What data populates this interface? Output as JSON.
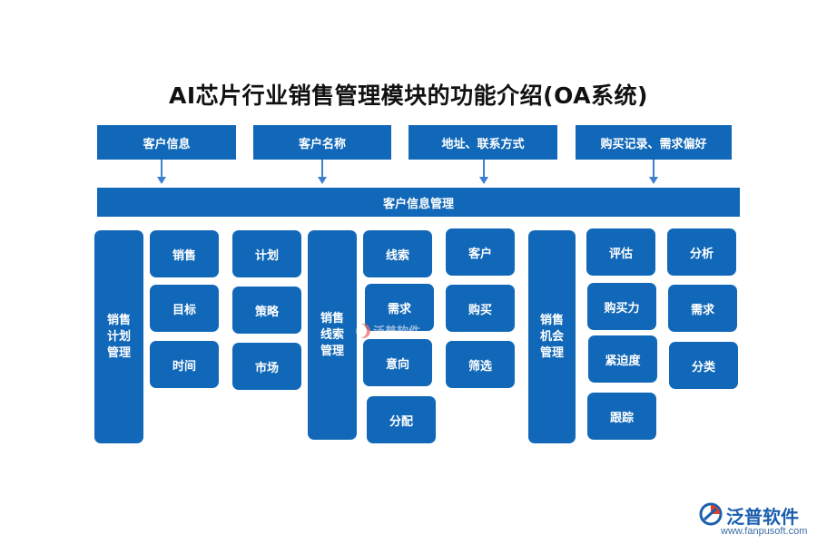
{
  "title": "AI芯片行业销售管理模块的功能介绍(OA系统)",
  "top_boxes": [
    "客户信息",
    "客户名称",
    "地址、联系方式",
    "购买记录、需求偏好"
  ],
  "bar": "客户信息管理",
  "sections": [
    {
      "label": "销售\n计划\n管理",
      "columns": [
        [
          "销售",
          "目标",
          "时间"
        ],
        [
          "计划",
          "策略",
          "市场"
        ]
      ]
    },
    {
      "label": "销售\n线索\n管理",
      "columns": [
        [
          "线索",
          "需求",
          "意向",
          "分配"
        ],
        [
          "客户",
          "购买",
          "筛选"
        ]
      ]
    },
    {
      "label": "销售\n机会\n管理",
      "columns": [
        [
          "评估",
          "购买力",
          "紧迫度",
          "跟踪"
        ],
        [
          "分析",
          "需求",
          "分类"
        ]
      ]
    }
  ],
  "watermark": "泛普软件",
  "logo": {
    "name": "泛普软件",
    "url": "www.fanpusoft.com"
  },
  "colors": {
    "box_fill": "#1168b8",
    "arrow": "#3a7fd0",
    "logo_text": "#1b5fae",
    "title": "#111111"
  }
}
